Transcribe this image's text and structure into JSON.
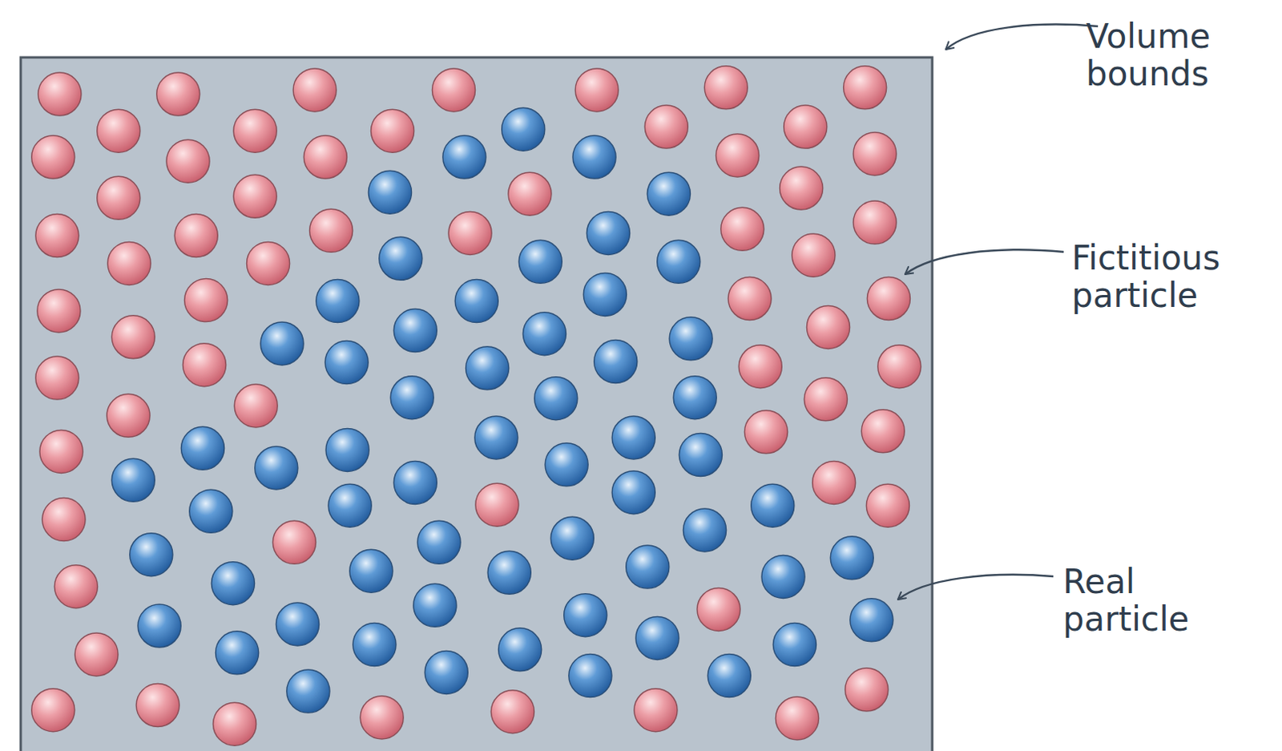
{
  "diagram": {
    "labels": [
      "Volume bounds",
      "Fictitious particle",
      "Real particle"
    ]
  }
}
